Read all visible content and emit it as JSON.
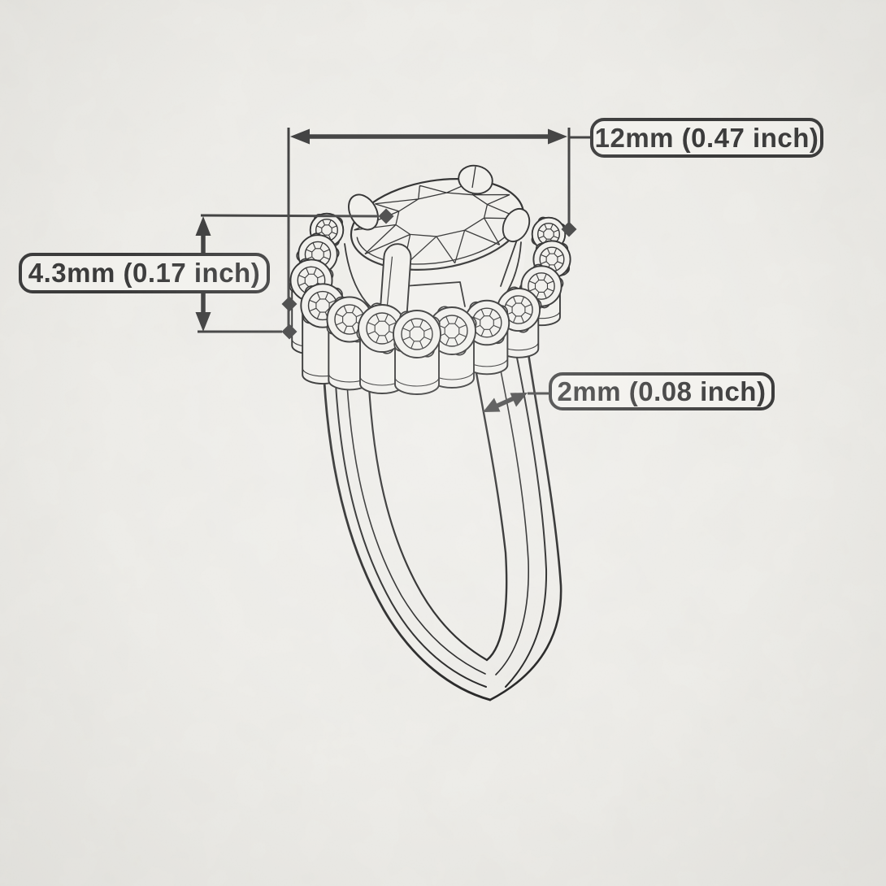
{
  "page": {
    "kind": "jewelry-technical-drawing",
    "subject": "halo ring side view sketch with dimension callouts"
  },
  "annotations": {
    "width_label": "12mm (0.47 inch)",
    "height_label": "4.3mm (0.17 inch)",
    "band_label": "2mm (0.08 inch)"
  },
  "colors": {
    "paper": "#efeeea",
    "line": "#1e1e1e",
    "dimension": "#3a3a3a",
    "label_bg": "#f2f1ed",
    "label_border": "#3a3a3a",
    "label_text": "#3b3b3b"
  }
}
